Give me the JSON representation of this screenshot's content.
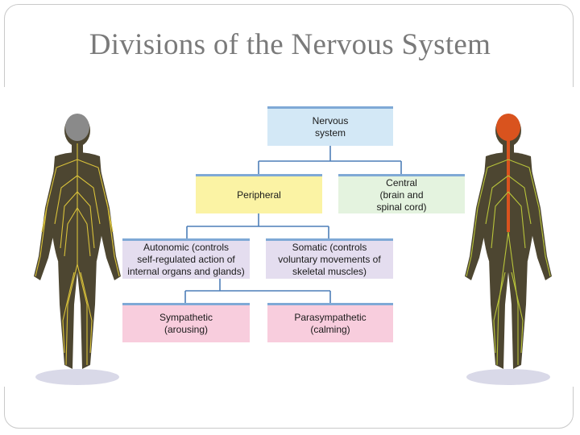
{
  "slide": {
    "title": "Divisions of the Nervous System"
  },
  "diagram": {
    "nervous_system": "Nervous\nsystem",
    "peripheral": "Peripheral",
    "central": "Central\n(brain and\nspinal cord)",
    "autonomic": "Autonomic (controls\nself-regulated action of\ninternal organs and glands)",
    "somatic": "Somatic (controls\nvoluntary movements of\nskeletal muscles)",
    "sympathetic": "Sympathetic\n(arousing)",
    "parasympathetic": "Parasympathetic\n(calming)"
  },
  "colors": {
    "nervous_system": "#d3e8f6",
    "peripheral": "#fbf3a4",
    "central": "#e4f3df",
    "autonomic": "#e4ddef",
    "sympathetic": "#f8cddd",
    "connector": "#4d7fb8",
    "nerves": "#d9c23a",
    "brain_highlight": "#d9531e"
  },
  "illustrations": {
    "left_figure": "human-body-peripheral-nerves",
    "right_figure": "human-body-central-nervous-system"
  }
}
